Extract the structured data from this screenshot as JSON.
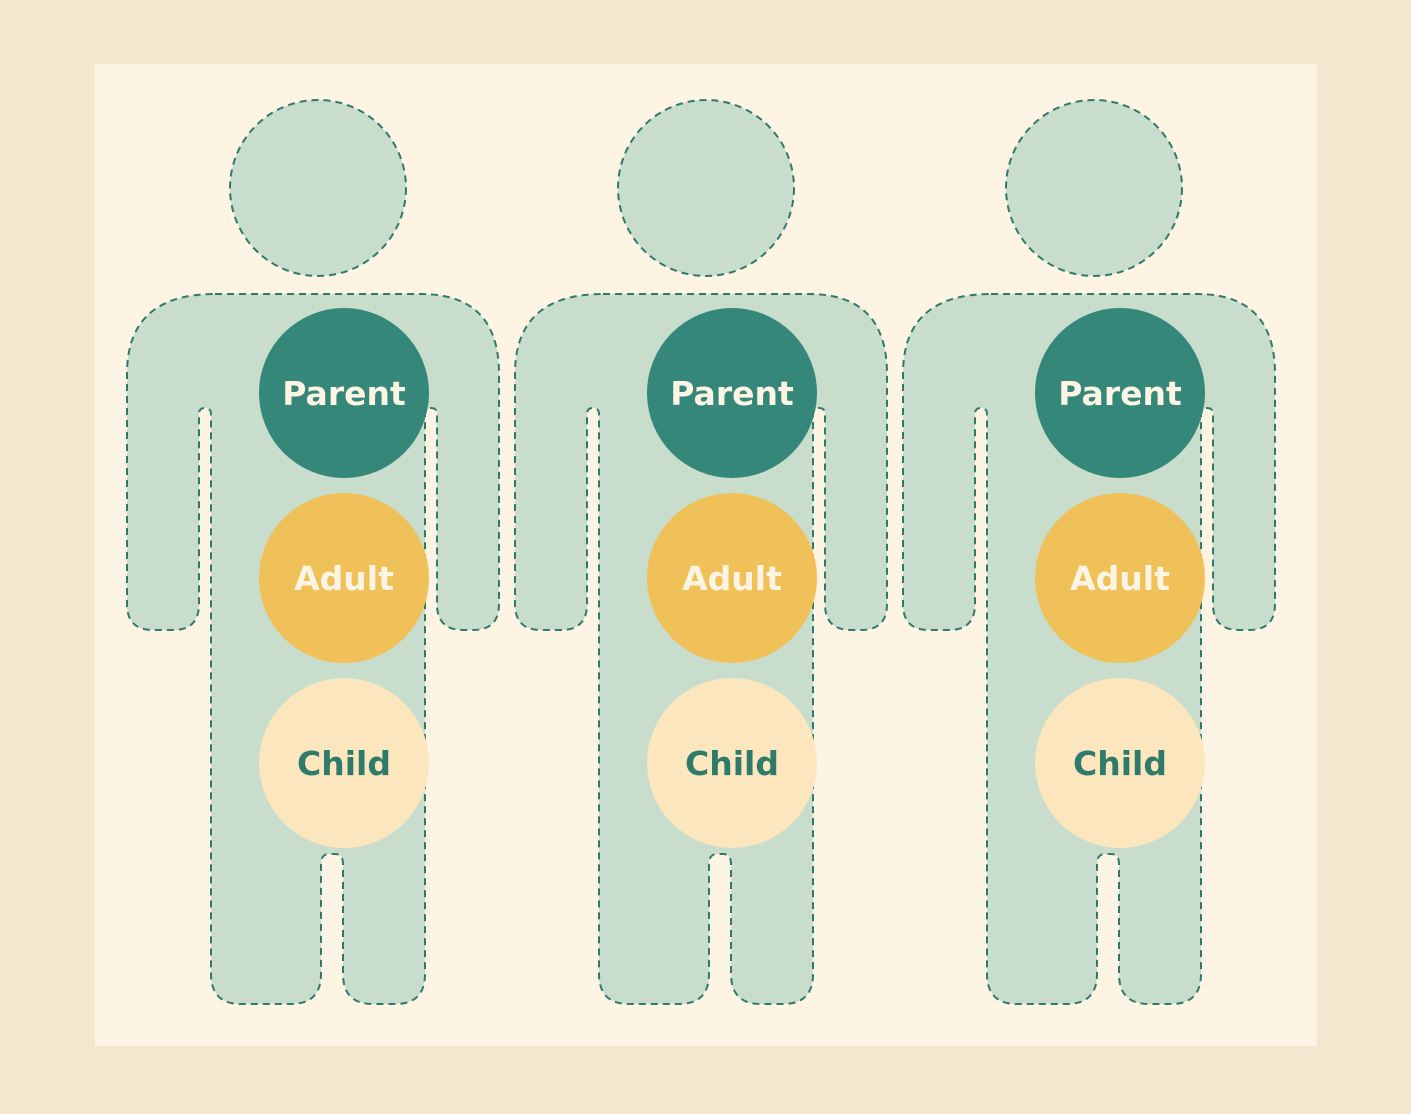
{
  "colors": {
    "background": "#f3e7cf",
    "panel": "#fdf4e4",
    "figure_fill": "#c8ddcc",
    "figure_outline": "#2f7a6b",
    "parent": "#35877a",
    "adult": "#efc158",
    "child": "#fbe6bd",
    "text_light": "#fdf4e4",
    "text_dark": "#2f7a6b"
  },
  "figures": [
    {
      "parent": "Parent",
      "adult": "Adult",
      "child": "Child"
    },
    {
      "parent": "Parent",
      "adult": "Adult",
      "child": "Child"
    },
    {
      "parent": "Parent",
      "adult": "Adult",
      "child": "Child"
    }
  ]
}
